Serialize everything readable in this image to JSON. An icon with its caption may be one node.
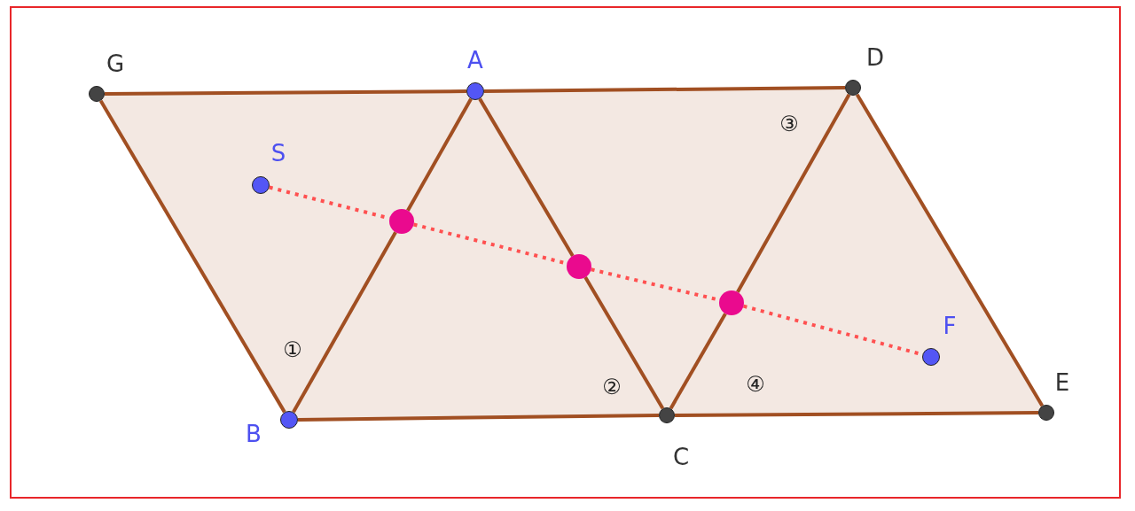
{
  "diagram": {
    "nodes": [
      {
        "text": [
          "G"
        ]
      },
      {
        "text": [
          "A"
        ]
      },
      {
        "text": [
          "D"
        ]
      },
      {
        "text": [
          "S"
        ]
      },
      {
        "text": [],
        "shape": "circle"
      },
      {
        "text": [],
        "shape": "circle"
      },
      {
        "text": [],
        "shape": "circle"
      },
      {
        "text": [
          "F"
        ]
      },
      {
        "text": [
          "B"
        ]
      },
      {
        "text": [
          "C"
        ]
      },
      {
        "text": [
          "E"
        ]
      }
    ],
    "edges": [
      {
        "from": 0,
        "to": 1,
        "arrow": "none"
      },
      {
        "from": 1,
        "to": 2,
        "arrow": "none"
      },
      {
        "from": 2,
        "to": 10,
        "arrow": "none"
      },
      {
        "from": 9,
        "to": 10,
        "arrow": "none"
      },
      {
        "from": 8,
        "to": 9,
        "arrow": "none"
      },
      {
        "from": 0,
        "to": 8,
        "arrow": "none"
      },
      {
        "from": 1,
        "to": 4,
        "arrow": "none"
      },
      {
        "from": 4,
        "to": 8,
        "arrow": "none"
      },
      {
        "from": 1,
        "to": 5,
        "arrow": "none"
      },
      {
        "from": 5,
        "to": 9,
        "arrow": "none"
      },
      {
        "from": 9,
        "to": 6,
        "arrow": "none"
      },
      {
        "from": 6,
        "to": 2,
        "arrow": "none"
      },
      {
        "from": 3,
        "to": 4,
        "arrow": "none",
        "style": "dashed",
        "color": "#ff5050"
      },
      {
        "from": 4,
        "to": 5,
        "arrow": "none",
        "style": "dashed",
        "color": "#ff5050"
      },
      {
        "from": 5,
        "to": 6,
        "arrow": "none",
        "style": "dashed",
        "color": "#ff5050"
      },
      {
        "from": 6,
        "to": 7,
        "arrow": "none",
        "style": "dashed",
        "color": "#ff5050"
      }
    ],
    "labels": [
      "③",
      "①",
      "②",
      "④"
    ]
  }
}
